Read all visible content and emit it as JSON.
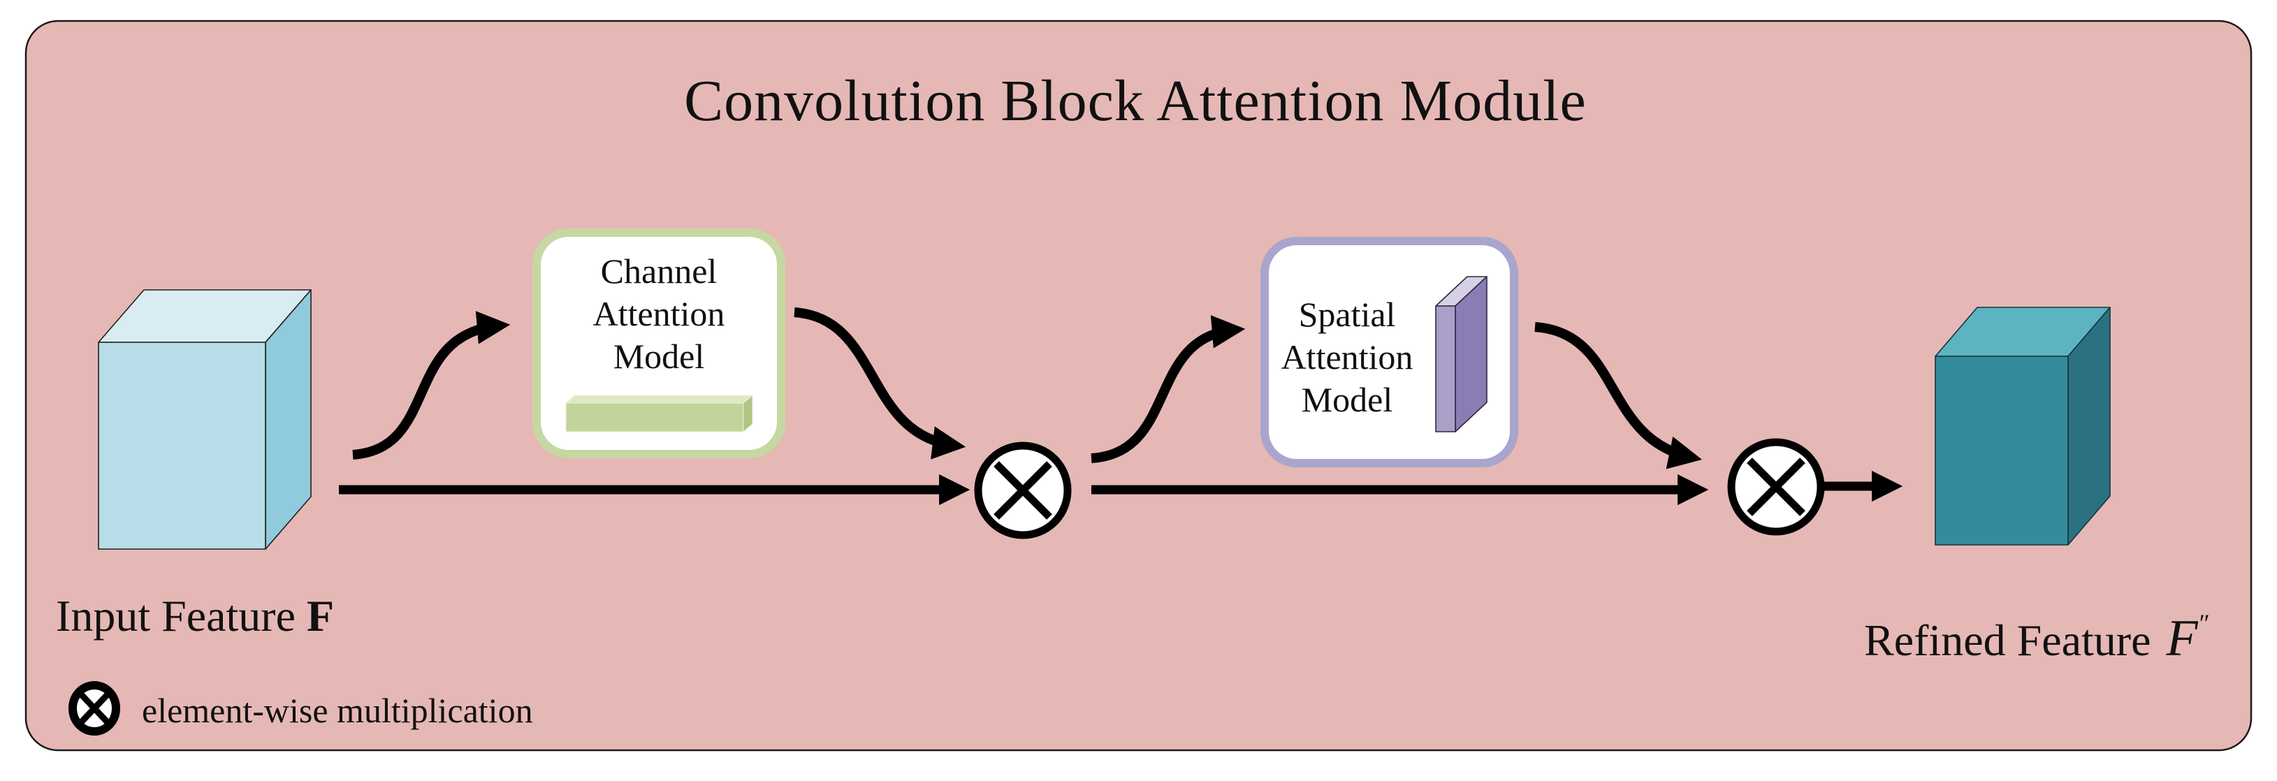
{
  "title": "Convolution Block Attention Module",
  "panel": {
    "background_color": "#e5b8b5",
    "border_color": "#1a1a1a"
  },
  "nodes": {
    "input_feature": {
      "label": "Input Feature",
      "symbol": "F",
      "face_front": "#b6dde8",
      "face_top": "#d8ecf2",
      "face_side": "#8fcbdc"
    },
    "channel_attention": {
      "lines": [
        "Channel",
        "Attention",
        "Model"
      ],
      "border_color": "#c6d8a1",
      "fill_color": "#ffffff",
      "bar_front": "#c3d49b",
      "bar_top": "#dde8c4",
      "bar_side": "#b0c581"
    },
    "spatial_attention": {
      "lines": [
        "Spatial",
        "Attention",
        "Model"
      ],
      "border_color": "#a9a5cd",
      "fill_color": "#ffffff",
      "slab_front": "#ab9ec9",
      "slab_top": "#d6d0e7",
      "slab_side": "#8b7db3"
    },
    "refined_feature": {
      "label": "Refined Feature",
      "symbol": "F",
      "superscript": "″",
      "face_front": "#338b9b",
      "face_top": "#5cb4c3",
      "face_side": "#2a7282"
    }
  },
  "operators": {
    "name": "element-wise-multiplication",
    "glyph": "⊗"
  },
  "legend": {
    "label": "element-wise multiplication"
  }
}
